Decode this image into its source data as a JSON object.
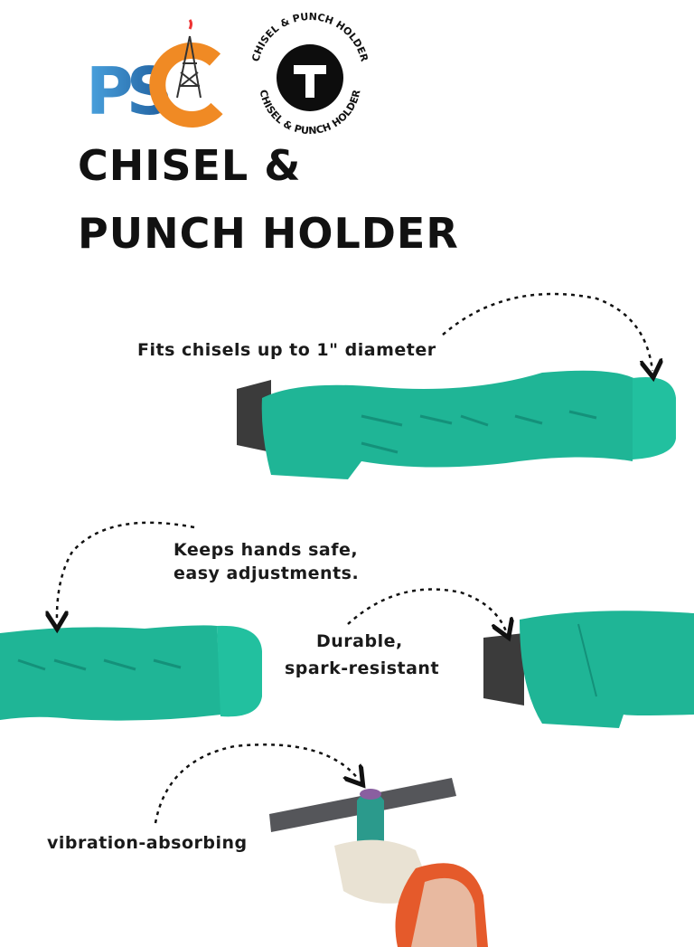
{
  "logos": {
    "psc_logo_text": "PSC",
    "badge_ring_text": "CHISEL & PUNCH HOLDER",
    "badge_letter": "T"
  },
  "title": {
    "line1": "CHISEL &",
    "line2": "PUNCH HOLDER"
  },
  "captions": {
    "fits": "Fits chisels up to 1\" diameter",
    "safe_line1": "Keeps hands safe,",
    "safe_line2": "easy adjustments.",
    "durable_line1": "Durable,",
    "durable_line2": "spark-resistant",
    "vibration": "vibration-absorbing"
  },
  "colors": {
    "handle_teal": "#1fb596",
    "handle_dark": "#14917a",
    "psc_blue": "#2f7fc4",
    "psc_orange": "#f08a24",
    "text": "#111111"
  }
}
